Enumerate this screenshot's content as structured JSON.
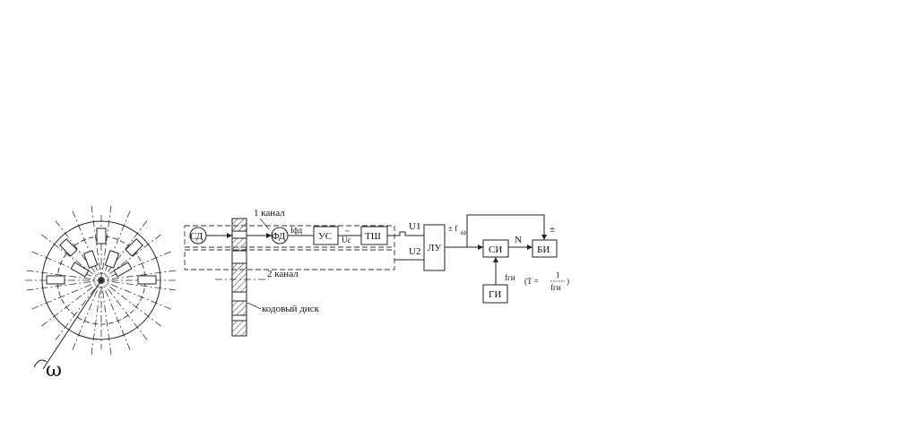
{
  "labels": {
    "sd": "СД",
    "fd": "ФД",
    "ifd": "Iфд",
    "us": "УС",
    "tilde": "~",
    "uc": "Uc",
    "tsh": "ТШ",
    "u1": "U1",
    "u2": "U2",
    "lu": "ЛУ",
    "pm_f": "± f",
    "omega_sub": "ω",
    "si": "СИ",
    "bi": "БИ",
    "n": "N",
    "pm": "±",
    "gi": "ГИ",
    "fgi": "fги",
    "formula_left": "(T =",
    "formula_num": "1",
    "formula_den": "fги",
    "formula_right": ")",
    "channel1": "1 канал",
    "channel2": "2 канал",
    "code_disk": "кодовый диск",
    "omega": "ω"
  }
}
